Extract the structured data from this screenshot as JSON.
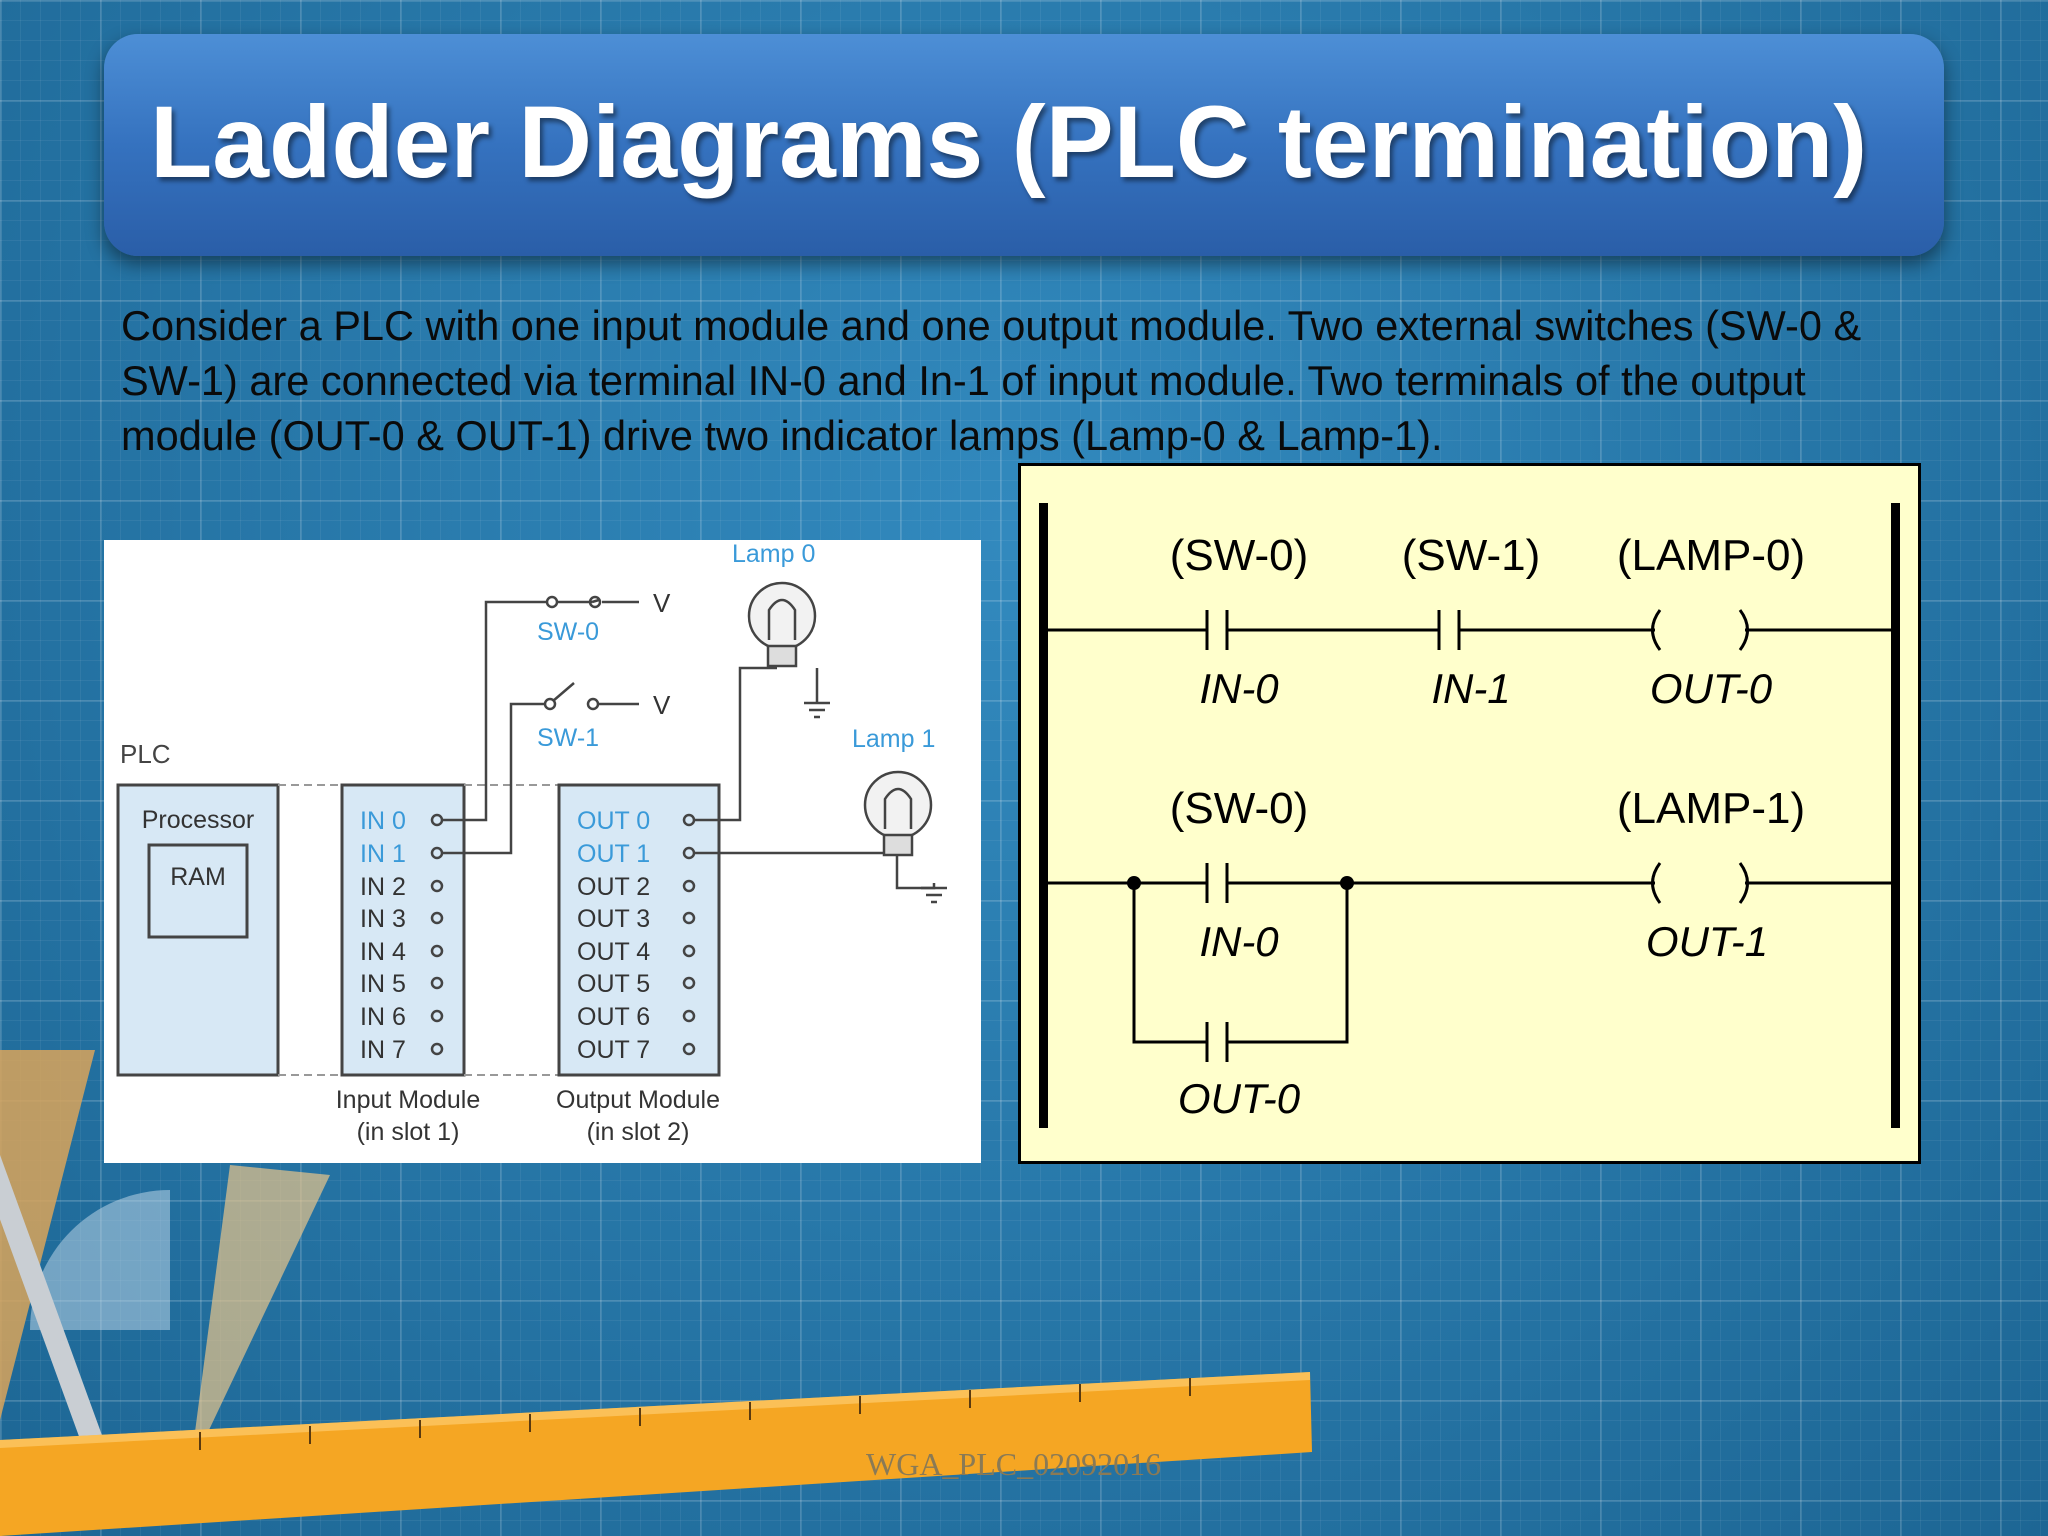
{
  "slide": {
    "title": "Ladder Diagrams (PLC termination)",
    "body": "Consider a PLC with one input module and one output module. Two external switches (SW-0 & SW-1) are connected via terminal IN-0 and In-1 of input module. Two terminals of the output module (OUT-0 & OUT-1) drive two indicator lamps (Lamp-0 & Lamp-1).",
    "footer": "WGA_PLC_02092016"
  },
  "wiring_diagram": {
    "plc_label": "PLC",
    "processor_label": "Processor",
    "ram_label": "RAM",
    "inputs": [
      "IN 0",
      "IN 1",
      "IN 2",
      "IN 3",
      "IN 4",
      "IN 5",
      "IN 6",
      "IN 7"
    ],
    "outputs": [
      "OUT 0",
      "OUT 1",
      "OUT 2",
      "OUT 3",
      "OUT 4",
      "OUT 5",
      "OUT 6",
      "OUT 7"
    ],
    "input_module_label": "Input Module",
    "input_module_slot": "(in slot 1)",
    "output_module_label": "Output Module",
    "output_module_slot": "(in slot 2)",
    "sw0_label": "SW-0",
    "sw1_label": "SW-1",
    "voltage_label": "V",
    "lamp0_label": "Lamp 0",
    "lamp1_label": "Lamp 1",
    "highlight_color": "#3a9ad9"
  },
  "ladder_diagram": {
    "rung1": {
      "contacts": [
        {
          "tag": "(SW-0)",
          "address": "IN-0"
        },
        {
          "tag": "(SW-1)",
          "address": "IN-1"
        }
      ],
      "coil": {
        "tag": "(LAMP-0)",
        "address": "OUT-0"
      }
    },
    "rung2": {
      "contacts": [
        {
          "tag": "(SW-0)",
          "address": "IN-0"
        }
      ],
      "branch_contact": {
        "address": "OUT-0"
      },
      "coil": {
        "tag": "(LAMP-1)",
        "address": "OUT-1"
      }
    },
    "background": "#ffffcc"
  }
}
